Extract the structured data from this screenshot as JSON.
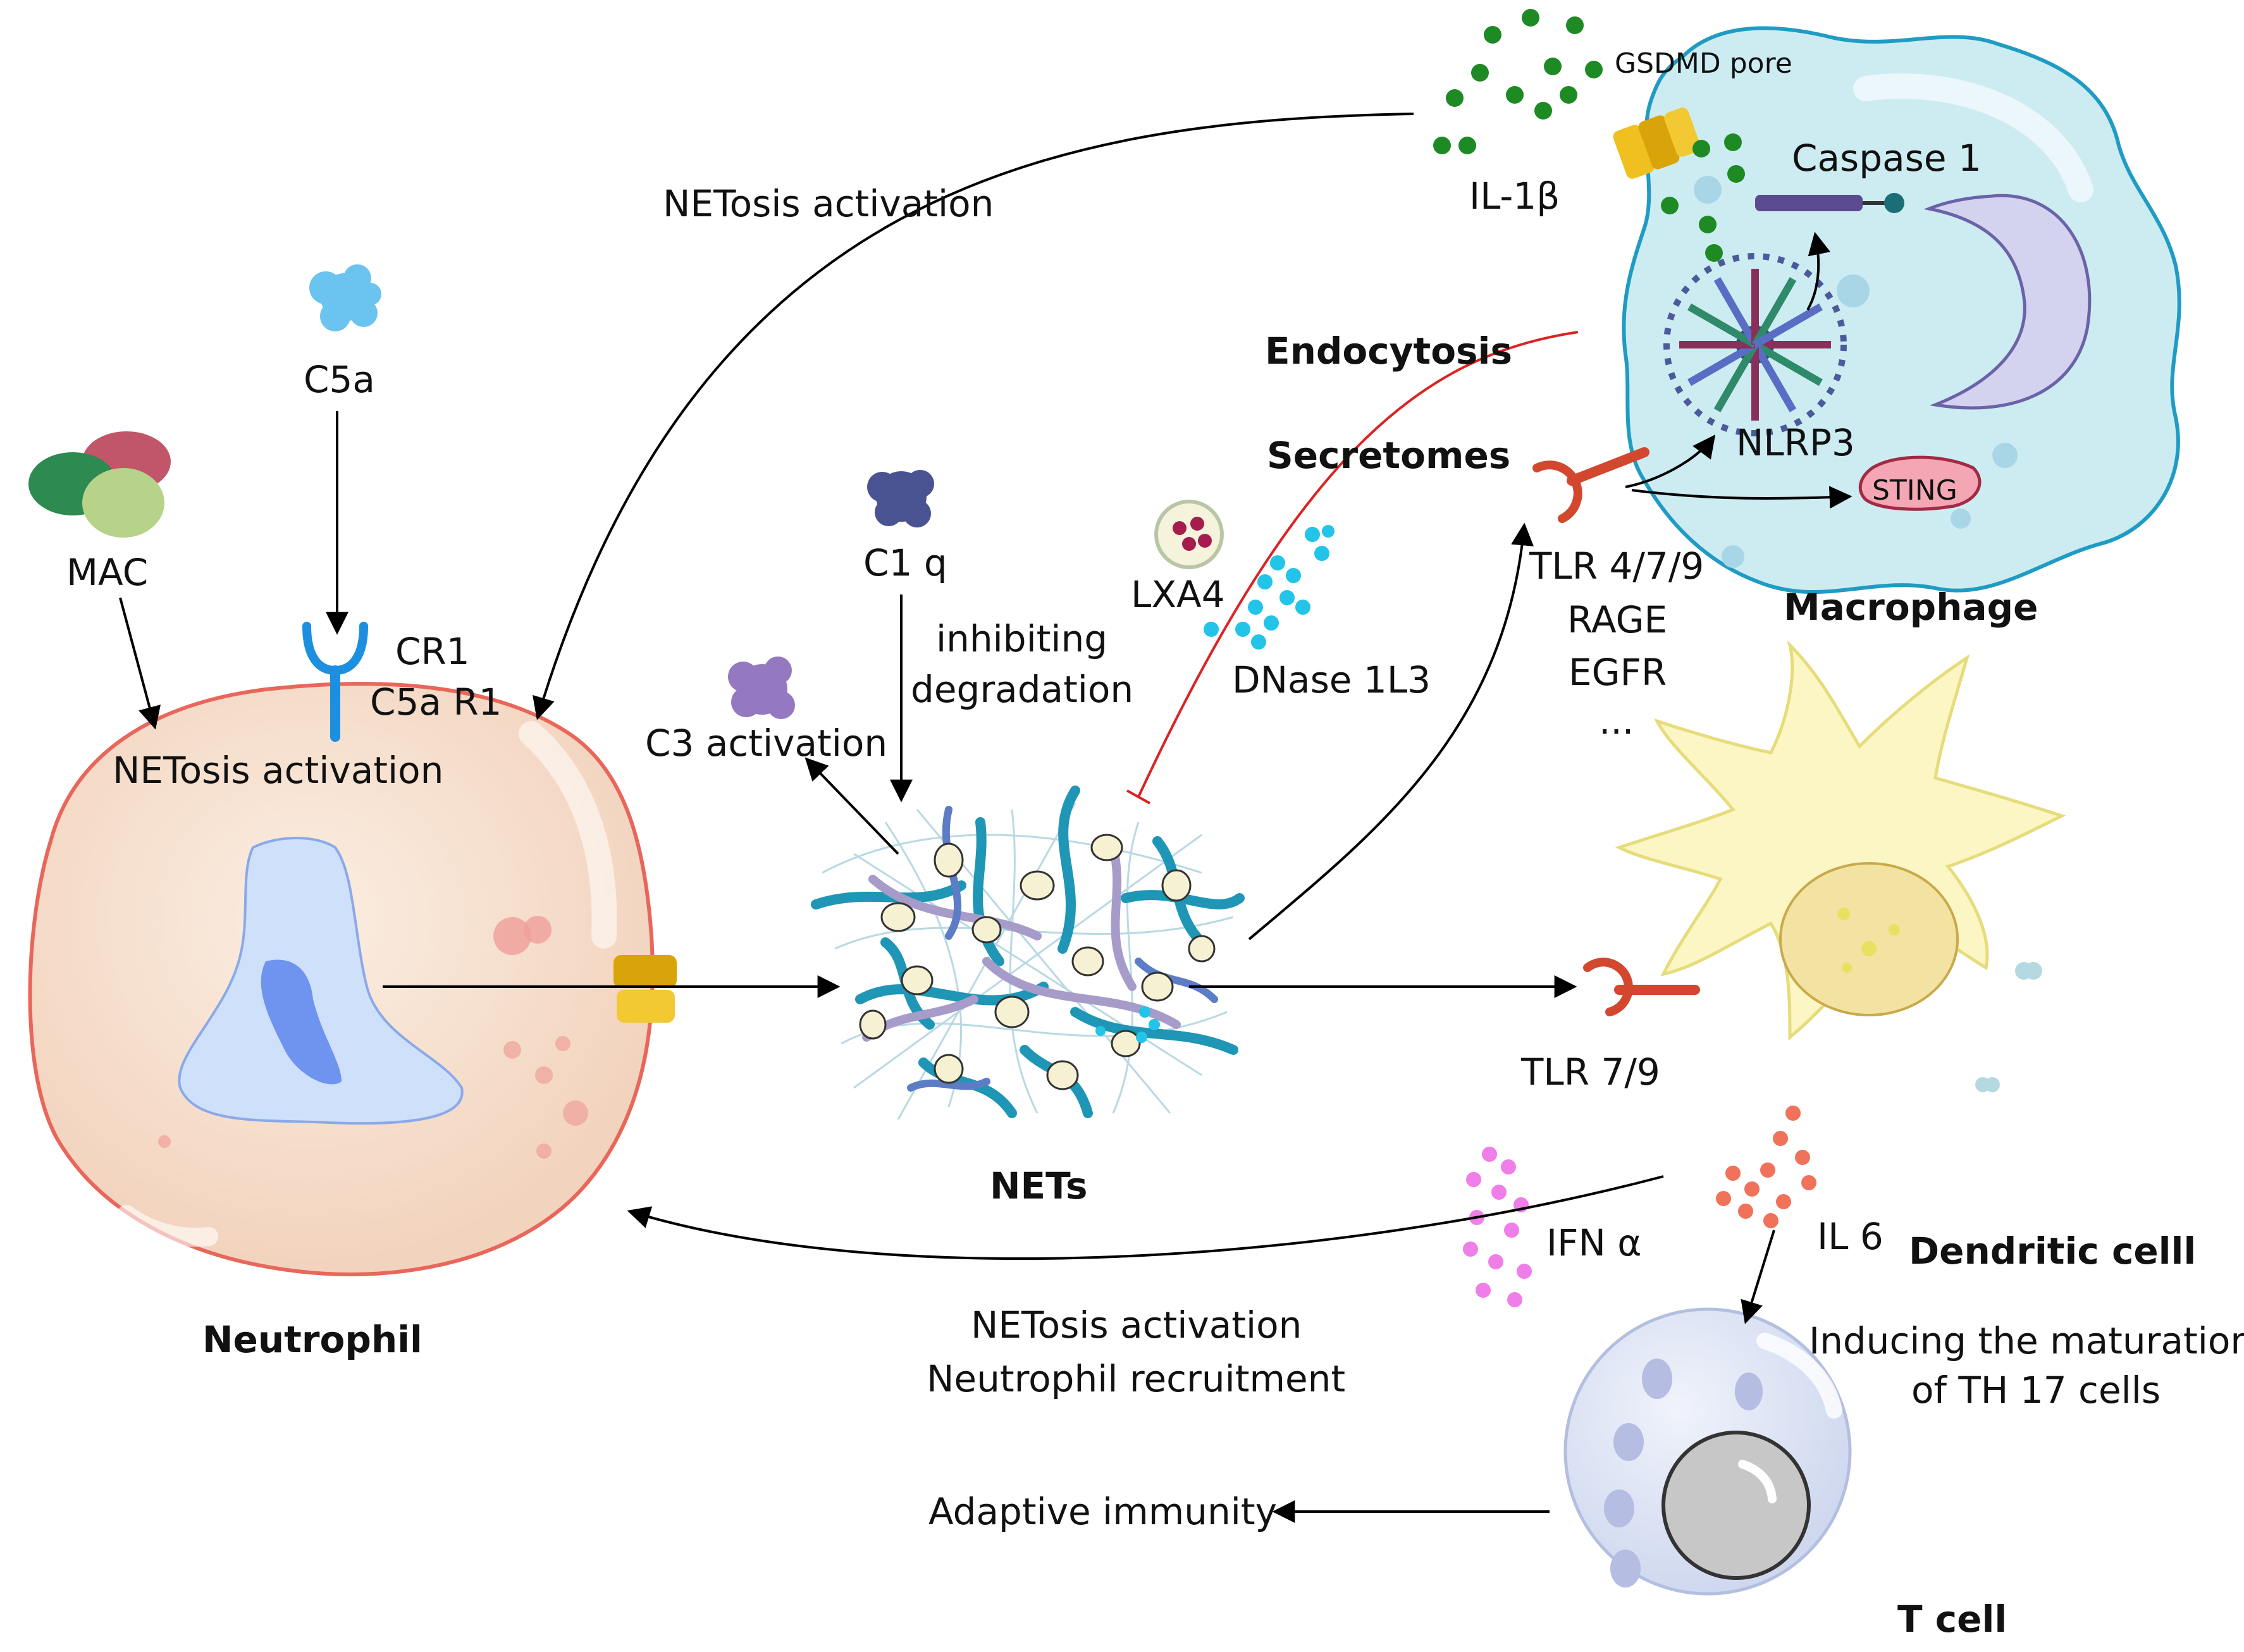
{
  "labels": {
    "gsdmd_pore": "GSDMD pore",
    "il1b": "IL-1β",
    "caspase1": "Caspase 1",
    "netosis_activation_top": "NETosis activation",
    "c5a": "C5a",
    "endocytosis": "Endocytosis",
    "secretomes": "Secretomes",
    "nlrp3": "NLRP3",
    "sting": "STING",
    "mac": "MAC",
    "c1q": "C1 q",
    "lxa4": "LXA4",
    "tlr_479": "TLR 4/7/9",
    "rage": "RAGE",
    "egfr": "EGFR",
    "ellipsis": "...",
    "macrophage": "Macrophage",
    "cr1": "CR1",
    "c5ar1": "C5a R1",
    "inhibiting": "inhibiting",
    "degradation": "degradation",
    "dnase": "DNase 1L3",
    "netosis_activation_left": "NETosis activation",
    "c3_activation": "C3 activation",
    "tlr_79": "TLR 7/9",
    "nets": "NETs",
    "ifn_alpha": "IFN α",
    "il6": "IL 6",
    "dendritic": "Dendritic celll",
    "neutrophil": "Neutrophil",
    "netosis_activation_bottom": "NETosis activation",
    "neutrophil_recruitment": "Neutrophil recruitment",
    "th17_line1": "Inducing the maturation",
    "th17_line2": "of TH 17 cells",
    "adaptive_immunity": "Adaptive immunity",
    "t_cell": "T cell"
  },
  "colors": {
    "neutrophil_fill": "#f6dcc8",
    "neutrophil_outline": "#e8665a",
    "macrophage_fill": "#cdecf2",
    "dendritic_fill": "#fbf6c4",
    "tcell_fill": "#dfe6f5",
    "nets_blue": "#1f96b5",
    "il1b_green": "#1d8a24",
    "dnase_cyan": "#22c4e8",
    "ifn_pink": "#f07ee8",
    "il6_red": "#f0725a",
    "receptor_red": "#d2472e",
    "receptor_blue": "#1c8fe0",
    "inhibit_red": "#dd2222"
  }
}
